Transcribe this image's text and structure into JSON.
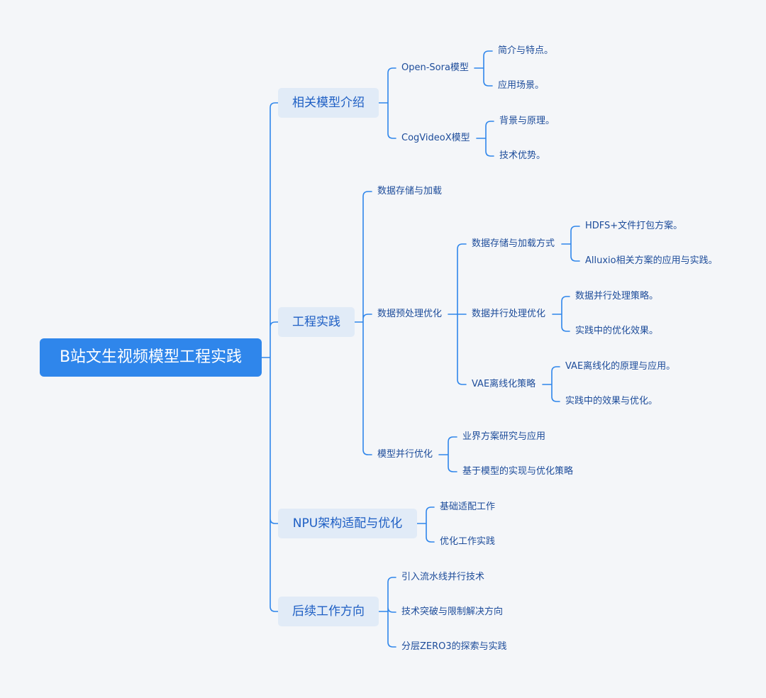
{
  "root": {
    "label": "B站文生视频模型工程实践"
  },
  "branches": [
    {
      "label": "相关模型介绍",
      "children": [
        {
          "label": "Open-Sora模型",
          "children": [
            {
              "label": "简介与特点。"
            },
            {
              "label": "应用场景。"
            }
          ]
        },
        {
          "label": "CogVideoX模型",
          "children": [
            {
              "label": "背景与原理。"
            },
            {
              "label": "技术优势。"
            }
          ]
        }
      ]
    },
    {
      "label": "工程实践",
      "children": [
        {
          "label": "数据存储与加载"
        },
        {
          "label": "数据预处理优化",
          "children": [
            {
              "label": "数据存储与加载方式",
              "children": [
                {
                  "label": "HDFS+文件打包方案。"
                },
                {
                  "label": "Alluxio相关方案的应用与实践。"
                }
              ]
            },
            {
              "label": "数据并行处理优化",
              "children": [
                {
                  "label": "数据并行处理策略。"
                },
                {
                  "label": "实践中的优化效果。"
                }
              ]
            },
            {
              "label": "VAE离线化策略",
              "children": [
                {
                  "label": "VAE离线化的原理与应用。"
                },
                {
                  "label": "实践中的效果与优化。"
                }
              ]
            }
          ]
        },
        {
          "label": "模型并行优化",
          "children": [
            {
              "label": "业界方案研究与应用"
            },
            {
              "label": "基于模型的实现与优化策略"
            }
          ]
        }
      ]
    },
    {
      "label": "NPU架构适配与优化",
      "children": [
        {
          "label": "基础适配工作"
        },
        {
          "label": "优化工作实践"
        }
      ]
    },
    {
      "label": "后续工作方向",
      "children": [
        {
          "label": "引入流水线并行技术"
        },
        {
          "label": "技术突破与限制解决方向"
        },
        {
          "label": "分层ZERO3的探索与实践"
        }
      ]
    }
  ],
  "colors": {
    "line": "#2f86eb",
    "root_bg": "#2f86eb",
    "branch_bg": "#e1ebf7",
    "branch_text": "#1e5fc4",
    "leaf_text": "#1d4c9a",
    "background": "#f4f6f9"
  }
}
